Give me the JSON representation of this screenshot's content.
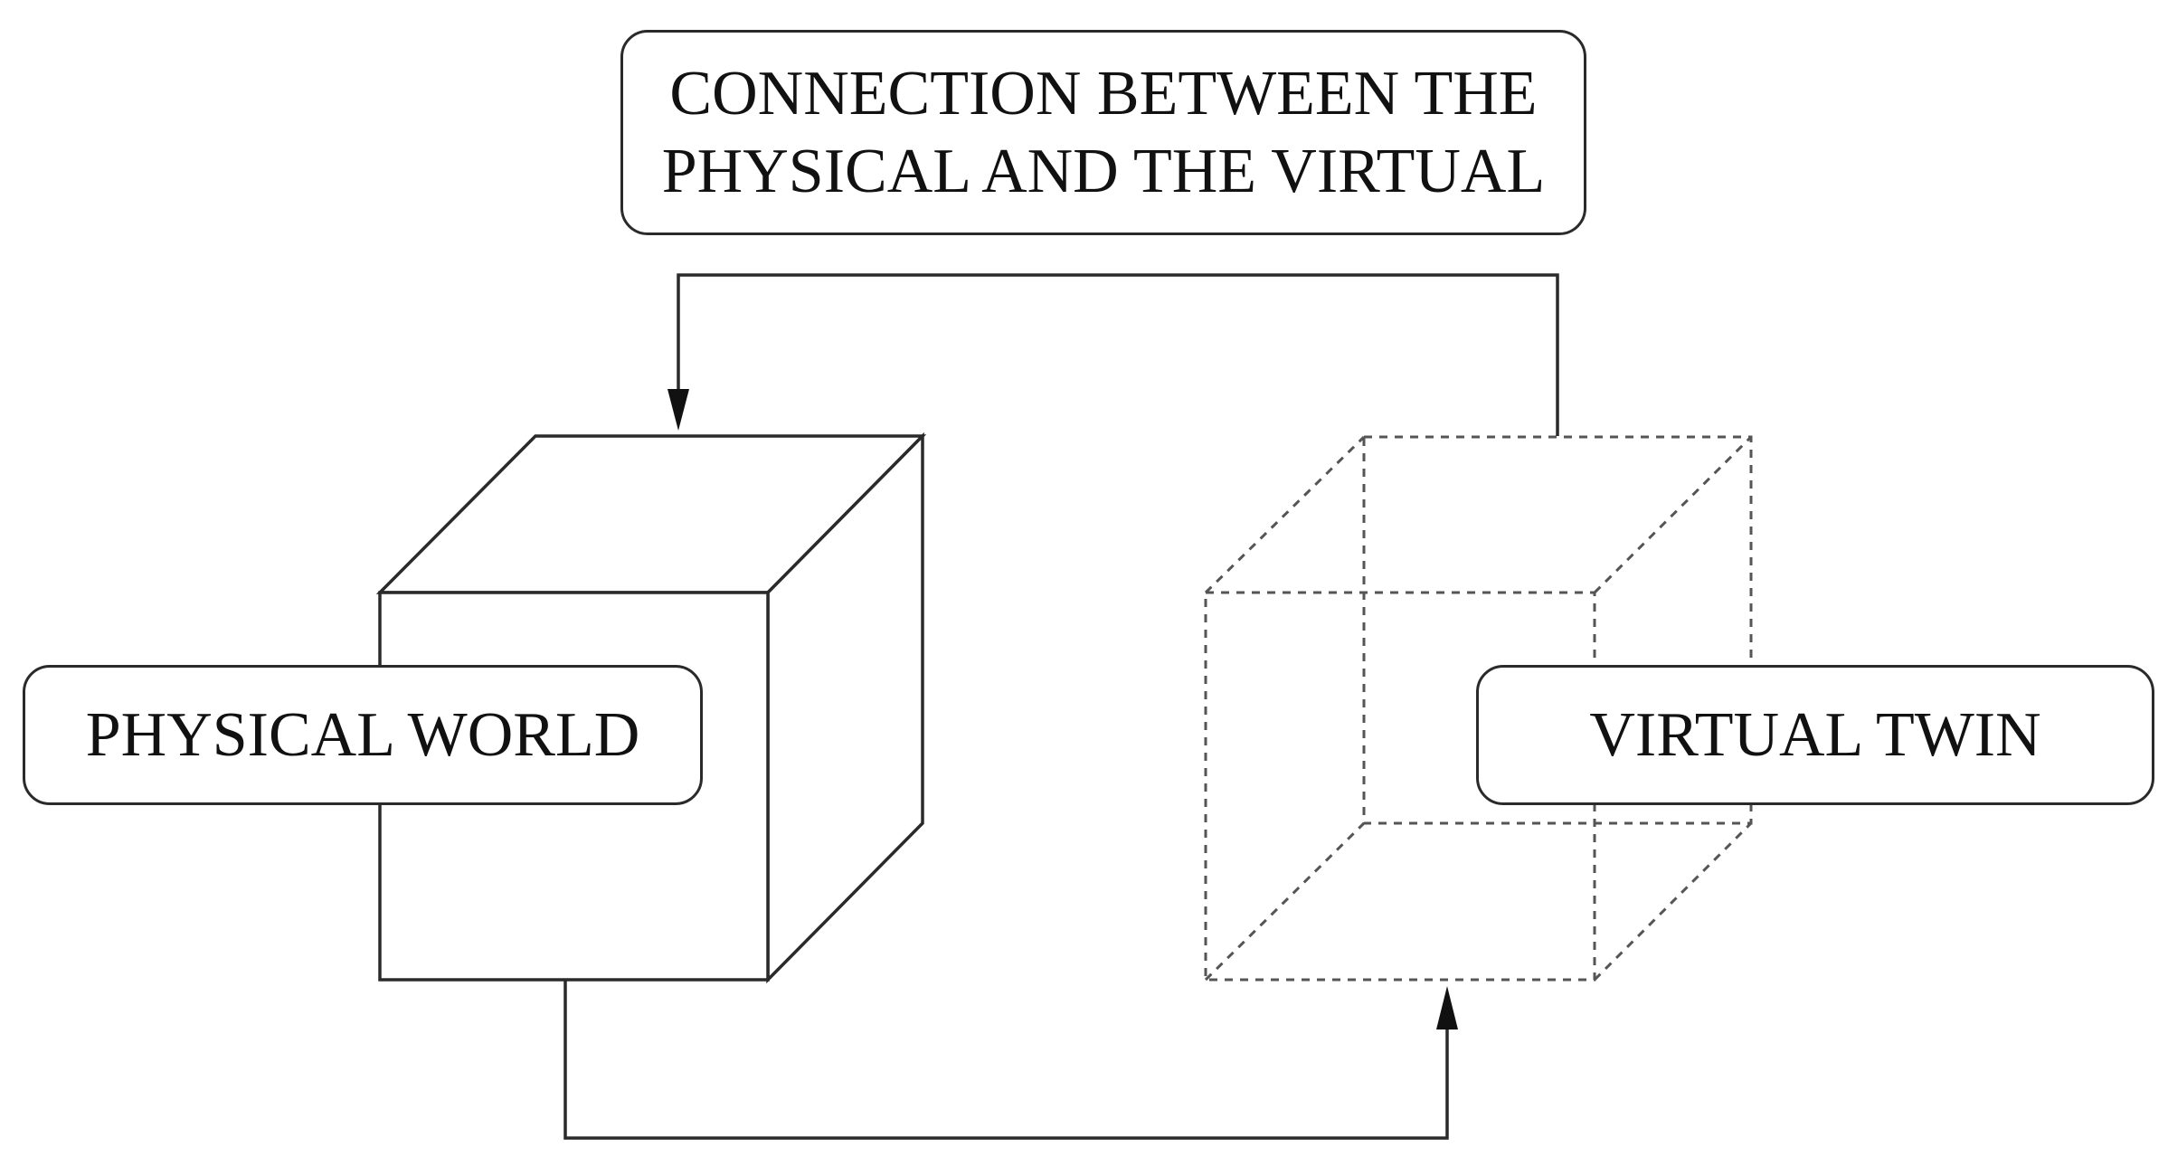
{
  "labels": {
    "connection": "CONNECTION BETWEEN THE\nPHYSICAL AND THE VIRTUAL",
    "physical": "PHYSICAL WORLD",
    "virtual": "VIRTUAL TWIN"
  },
  "colors": {
    "stroke": "#2a2a2a",
    "background": "#ffffff",
    "text": "#111111"
  }
}
